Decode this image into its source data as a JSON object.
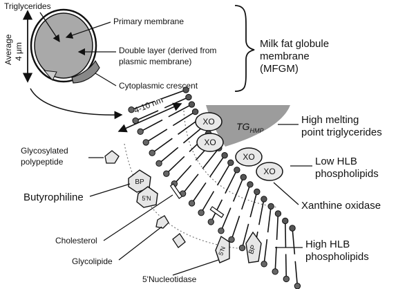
{
  "labels": {
    "triglycerides": "Triglycerides",
    "primary_membrane": "Primary membrane",
    "double_layer_1": "Double layer (derived from",
    "double_layer_2": "plasmic membrane)",
    "cytoplasmic_crescent": "Cytoplasmic  crescent",
    "average": "Average",
    "average_size": "4 μm",
    "mfgm_1": "Milk fat globule",
    "mfgm_2": "membrane",
    "mfgm_3": "(MFGM)",
    "thickness": "4-10 nm",
    "tg_main": "TG",
    "tg_sub": "HMP",
    "high_melting_1": "High melting",
    "high_melting_2": "point triglycerides",
    "glycosylated_1": "Glycosylated",
    "glycosylated_2": "polypeptide",
    "low_hlb_1": "Low HLB",
    "low_hlb_2": "phospholipids",
    "butyrophiline": "Butyrophiline",
    "xanthine_oxidase": "Xanthine oxidase",
    "cholesterol": "Cholesterol",
    "glycolipide": "Glycolipide",
    "nucleotidase": "5'Nucleotidase",
    "high_hlb_1": "High HLB",
    "high_hlb_2": "phospholipids"
  },
  "protein_tags": {
    "xo": "XO",
    "bp": "BP",
    "sn": "5'N"
  }
}
